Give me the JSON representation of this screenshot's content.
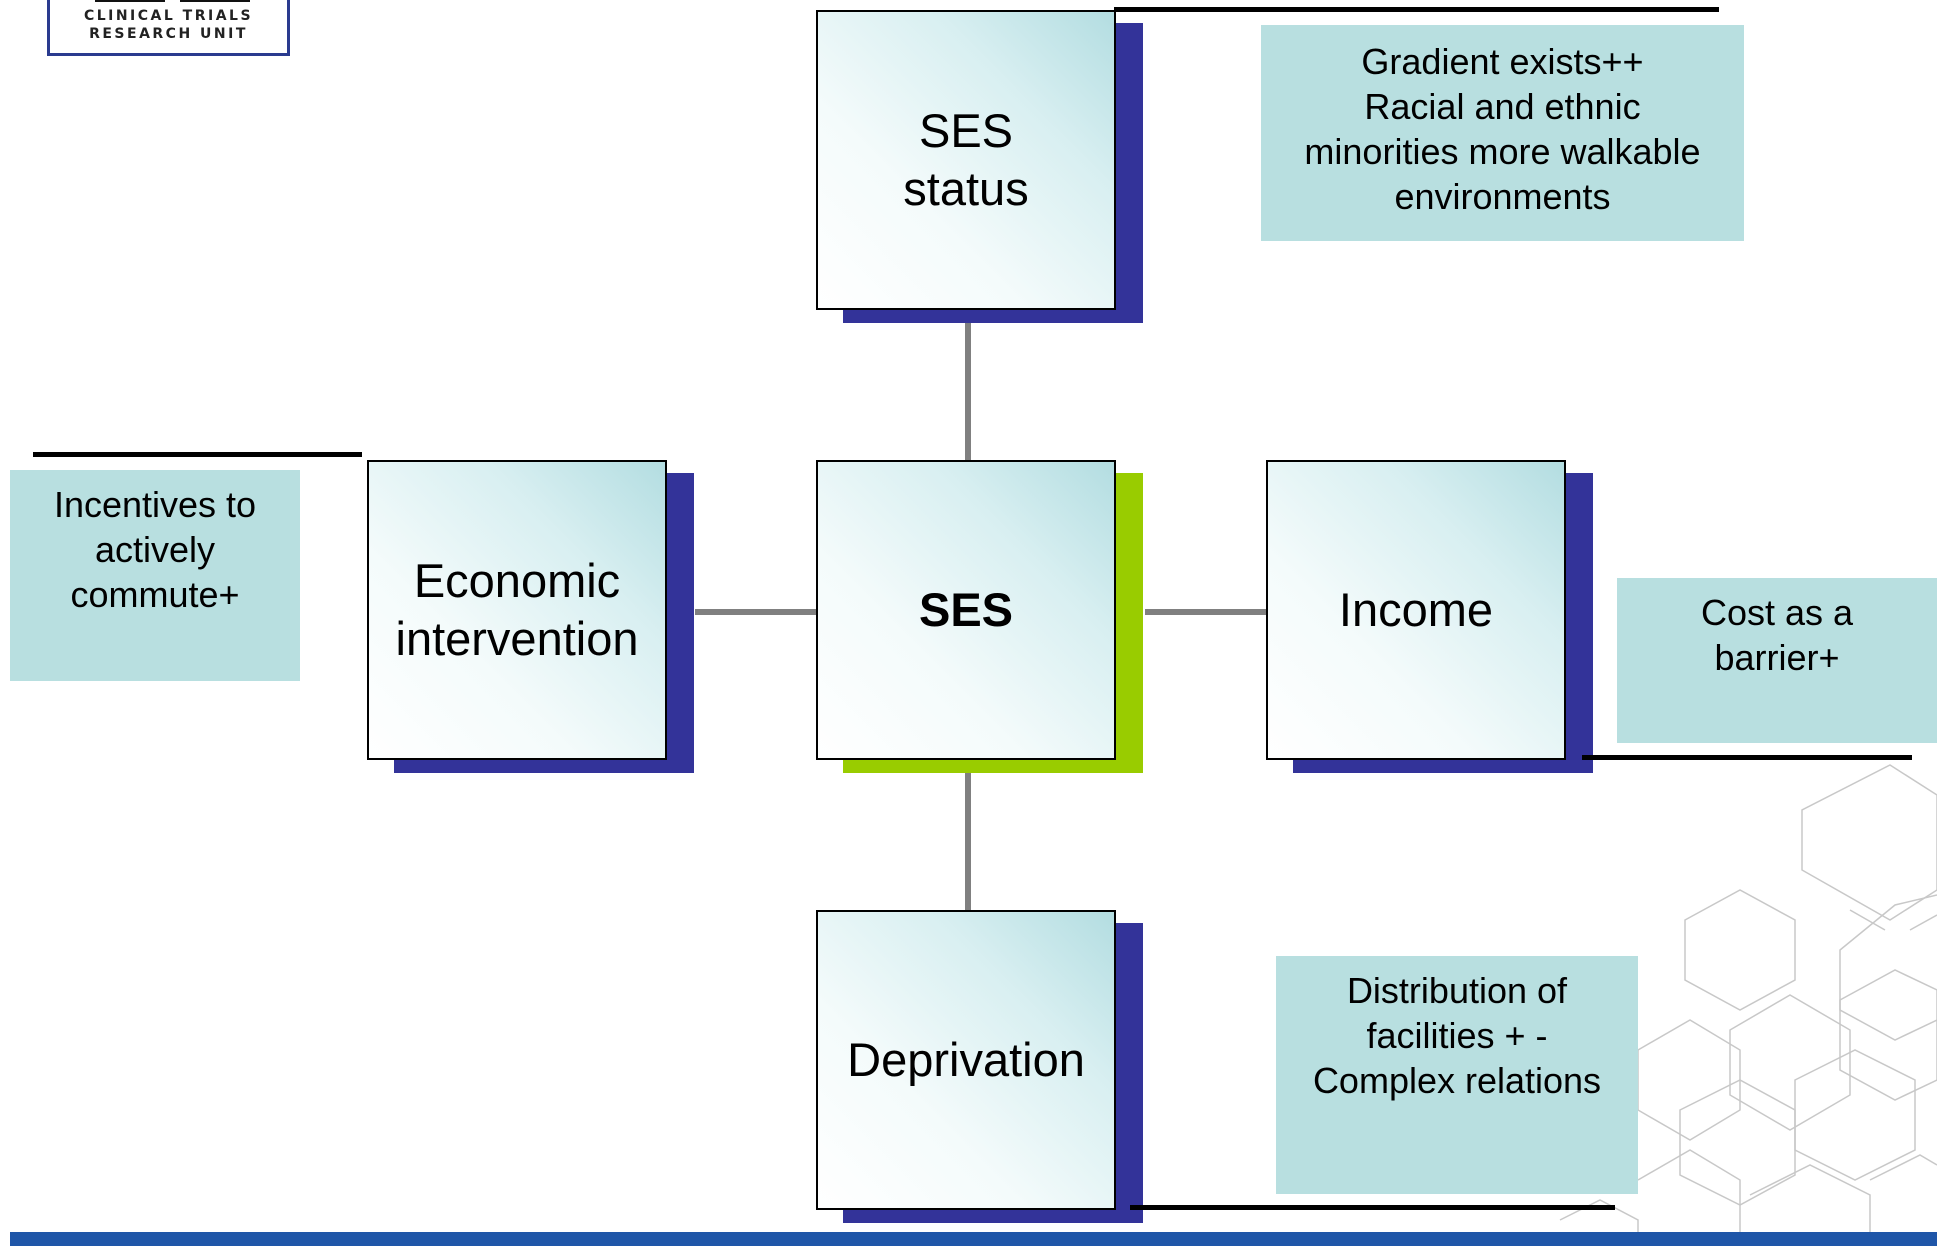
{
  "logo": {
    "line1": "CLINICAL TRIALS",
    "line2": "RESEARCH UNIT",
    "border_color": "#2a3b8f"
  },
  "diagram": {
    "center": {
      "label": "SES",
      "shadow_color": "#99cc00"
    },
    "top": {
      "label": "SES status",
      "shadow_color": "#333399"
    },
    "left": {
      "label": "Economic intervention",
      "shadow_color": "#333399"
    },
    "right": {
      "label": "Income",
      "shadow_color": "#333399"
    },
    "bottom": {
      "label": "Deprivation",
      "shadow_color": "#333399"
    }
  },
  "notes": {
    "top": [
      "Gradient exists++",
      "Racial and ethnic",
      "minorities more walkable",
      "environments"
    ],
    "left": [
      "Incentives to",
      "actively",
      "commute+"
    ],
    "right": [
      "Cost as a",
      "barrier+"
    ],
    "bottom": [
      "Distribution of",
      "facilities + -",
      "Complex relations"
    ],
    "color": "#b8dfe0"
  },
  "footer": {
    "bar_color": "#1f56a8"
  }
}
